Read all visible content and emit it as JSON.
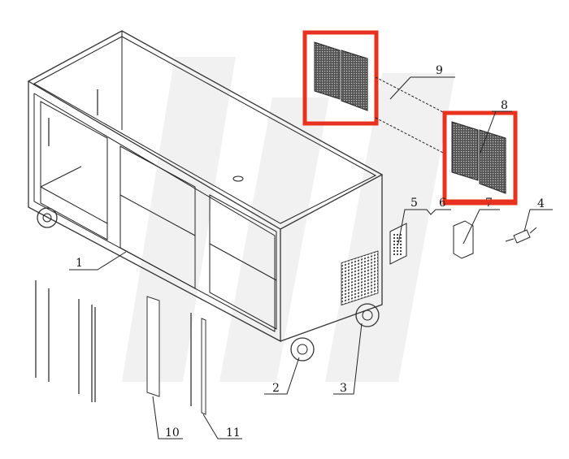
{
  "diagram": {
    "type": "exploded-parts-view",
    "highlight_color": "#e8321e",
    "callouts": [
      {
        "id": "1",
        "label": "1"
      },
      {
        "id": "2",
        "label": "2"
      },
      {
        "id": "3",
        "label": "3"
      },
      {
        "id": "4",
        "label": "4"
      },
      {
        "id": "5",
        "label": "5"
      },
      {
        "id": "6",
        "label": "6"
      },
      {
        "id": "7",
        "label": "7"
      },
      {
        "id": "8",
        "label": "8"
      },
      {
        "id": "9",
        "label": "9"
      },
      {
        "id": "10",
        "label": "10"
      },
      {
        "id": "11",
        "label": "11"
      }
    ],
    "highlighted_parts": [
      "8",
      "9"
    ]
  }
}
